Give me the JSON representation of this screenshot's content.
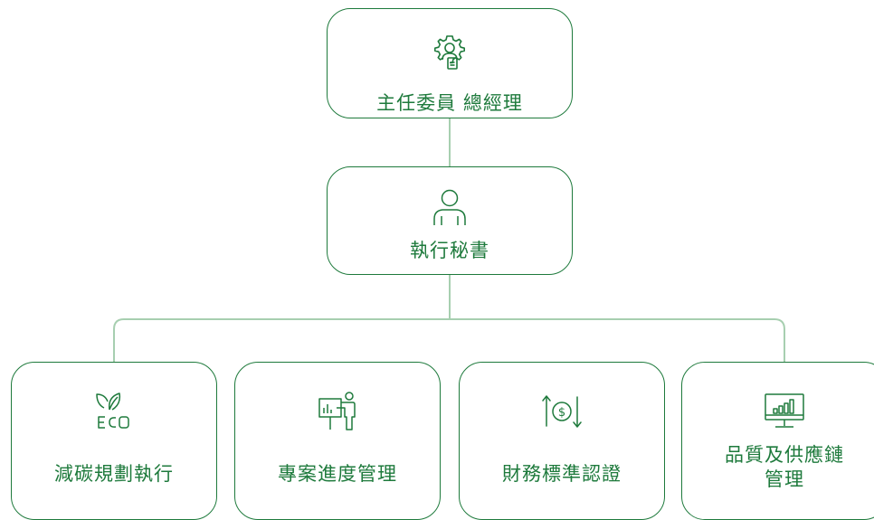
{
  "colors": {
    "accent": "#1e7a3c",
    "connector": "#a7cfb0",
    "background": "#ffffff"
  },
  "org_chart": {
    "root": {
      "label": "主任委員 總經理",
      "icon": "gear-person-icon"
    },
    "secretary": {
      "label": "執行秘書",
      "icon": "person-icon"
    },
    "departments": [
      {
        "label": "減碳規劃執行",
        "icon": "eco-leaf-icon"
      },
      {
        "label": "專案進度管理",
        "icon": "presentation-icon"
      },
      {
        "label": "財務標準認證",
        "icon": "finance-cycle-icon"
      },
      {
        "label": "品質及供應鏈\n管理",
        "icon": "monitor-chart-icon"
      }
    ]
  }
}
